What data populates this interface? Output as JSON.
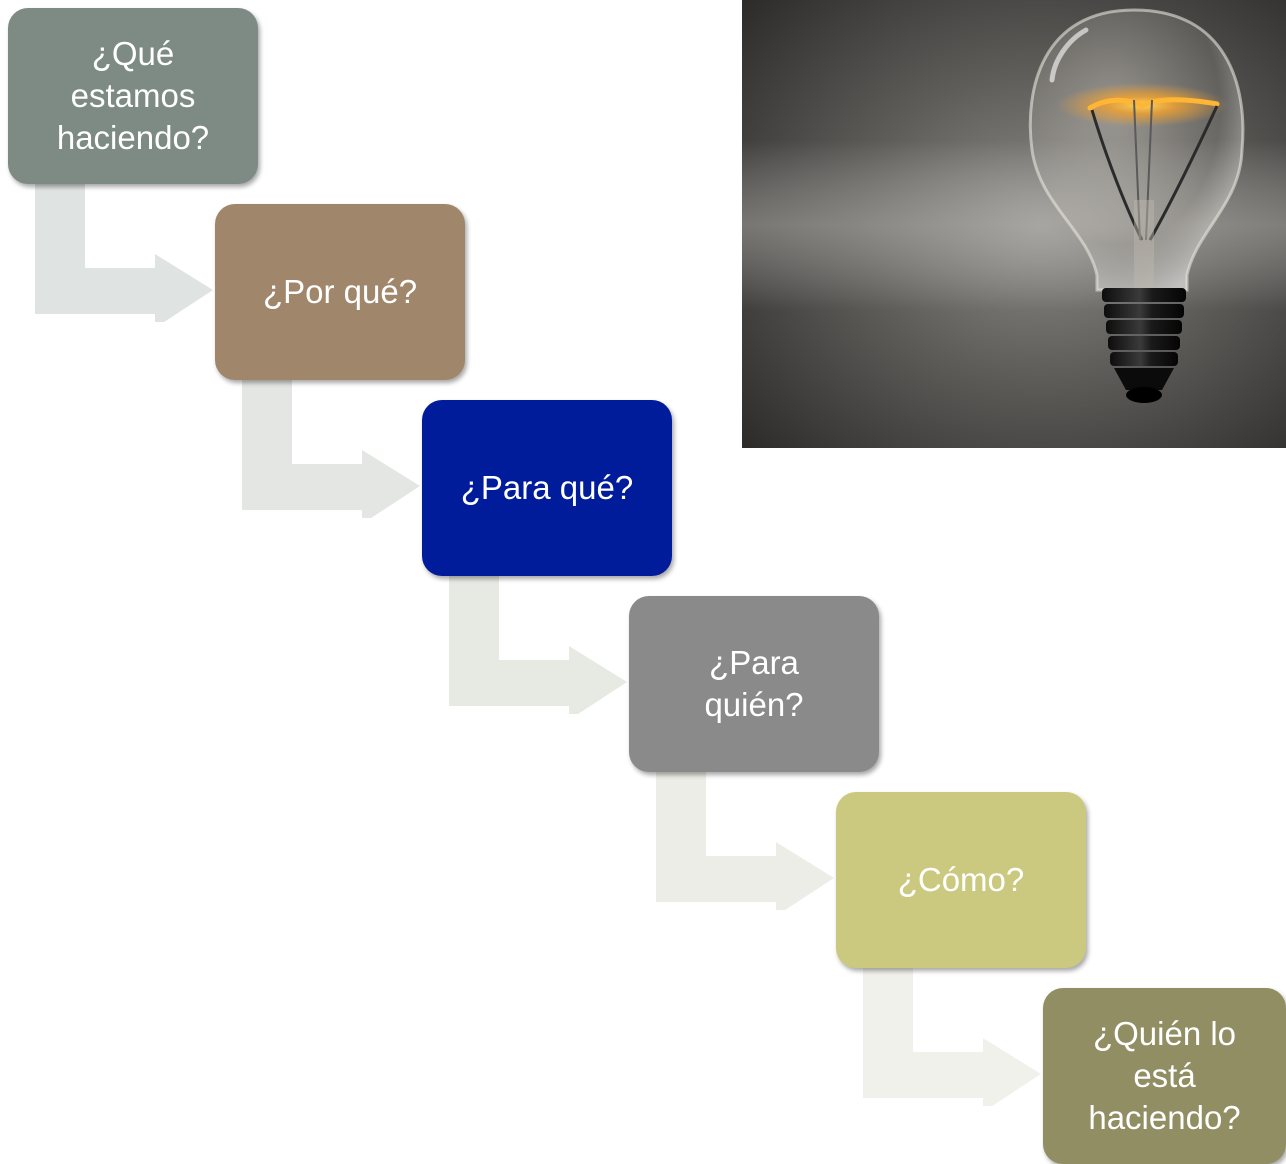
{
  "steps": [
    {
      "label": "¿Qué\nestamos\nhaciendo?",
      "color": "#7d8b84"
    },
    {
      "label": "¿Por qué?",
      "color": "#a0876b"
    },
    {
      "label": "¿Para qué?",
      "color": "#001c9b"
    },
    {
      "label": "¿Para\nquién?",
      "color": "#8a8a8a"
    },
    {
      "label": "¿Cómo?",
      "color": "#cbc97f"
    },
    {
      "label": "¿Quién lo\nestá\nhaciendo?",
      "color": "#918e63"
    }
  ],
  "connectors": [
    {
      "color": "#dfe3e1"
    },
    {
      "color": "#e3e6e2"
    },
    {
      "color": "#e7e9e3"
    },
    {
      "color": "#ecede6"
    },
    {
      "color": "#f1f1ec"
    }
  ],
  "image": {
    "icon": "lightbulb-photo"
  }
}
